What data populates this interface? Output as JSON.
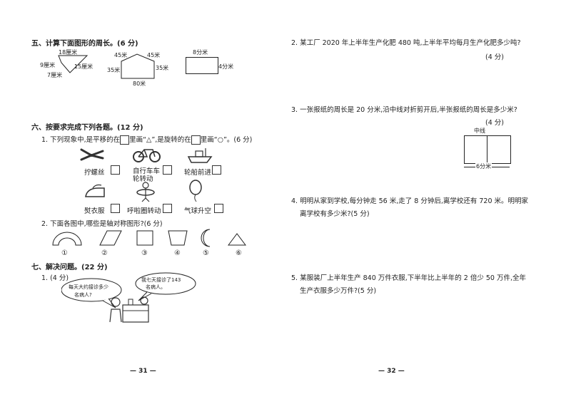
{
  "left": {
    "sec5": {
      "title": "五、计算下面图形的周长。(6 分)",
      "fig1": {
        "top": "18厘米",
        "left": "9厘米",
        "right": "15厘米",
        "bottom": "7厘米"
      },
      "fig2": {
        "tl": "45米",
        "tr": "45米",
        "left": "35米",
        "right": "35米",
        "bottom": "80米"
      },
      "fig3": {
        "top": "8分米",
        "right": "4分米"
      }
    },
    "sec6": {
      "title": "六、按要求完成下列各题。(12 分)",
      "q1": {
        "a": "1. 下列现象中,是平移的在",
        "b": "里画“△”,是旋转的在",
        "c": "里画“○”。(6 分)"
      },
      "items": [
        "拧螺丝",
        "自行车车",
        "轮转动",
        "轮船前进",
        "熨衣服",
        "呼啦圈转动",
        "气球升空"
      ],
      "q2": "2. 下面各图中,哪些是轴对称图形?(6 分)",
      "nums": [
        "①",
        "②",
        "③",
        "④",
        "⑤",
        "⑥"
      ]
    },
    "sec7": {
      "title": "七、解决问题。(22 分)",
      "q1": "1. (4 分)",
      "bubble1_a": "每天大约接诊多少",
      "bubble1_b": "名病人?",
      "bubble2_a": "我七天接诊了143",
      "bubble2_b": "名病人。"
    },
    "page_number": "— 31 —"
  },
  "right": {
    "q2": "2. 某工厂 2020 年上半年生产化肥 480 吨,上半年平均每月生产化肥多少吨?",
    "q2_score": "(4 分)",
    "q3": "3. 一张报纸的周长是 20 分米,沿中线对折剪开后,半张报纸的周长是多少米?",
    "q3_score": "(4 分)",
    "q3_mid": "中线",
    "q3_width": "6分米",
    "q4_a": "4. 明明从家到学校,每分钟走 56 米,走了 8 分钟后,离学校还有 720 米。明明家",
    "q4_b": "离学校有多少米?(5 分)",
    "q5_a": "5. 某服装厂上半年生产 840 万件衣服,下半年比上半年的 2 倍少 50 万件,全年",
    "q5_b": "生产衣服多少万件?(5 分)",
    "page_number": "— 32 —"
  }
}
